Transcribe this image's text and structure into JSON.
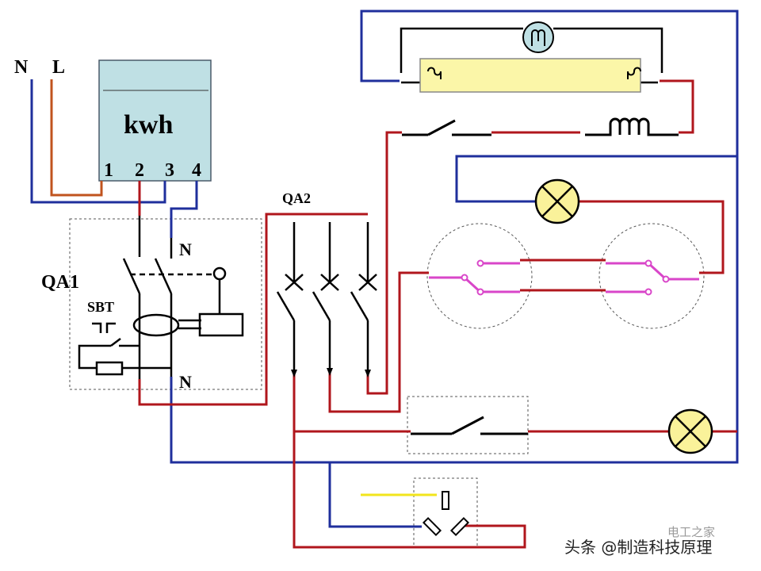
{
  "labels": {
    "neutral": "N",
    "live": "L",
    "meter_unit": "kwh",
    "meter_t1": "1",
    "meter_t2": "2",
    "meter_t3": "3",
    "meter_t4": "4",
    "qa1": "QA1",
    "sbt": "SBT",
    "n_top": "N",
    "n_bottom": "N",
    "qa2": "QA2"
  },
  "watermark": {
    "text": "头条 @制造科技原理",
    "faint": "电工之家"
  },
  "colors": {
    "neutral": "#1f2f9c",
    "live": "#b0161c",
    "meter_live": "#c0531e",
    "earth": "#f2e51c",
    "pink": "#d946c9",
    "meter_fill": "#bfe0e4",
    "tube_fill": "#fbf6a8",
    "lamp_fill": "#faf29a"
  }
}
